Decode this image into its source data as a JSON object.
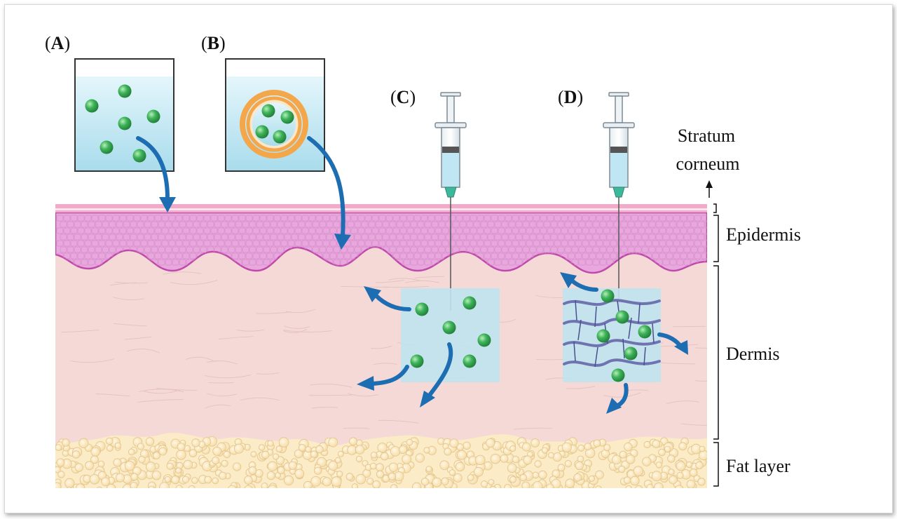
{
  "panels": [
    {
      "letter": "A"
    },
    {
      "letter": "B"
    },
    {
      "letter": "C"
    },
    {
      "letter": "D"
    }
  ],
  "layers": {
    "stratum": [
      "Stratum",
      "corneum"
    ],
    "epidermis": "Epidermis",
    "dermis": "Dermis",
    "fat": "Fat layer"
  },
  "colors": {
    "dermis": "#f5d9d6",
    "epidermis": "#e8a6dc",
    "basal_line": "#c04aac",
    "stratum_corneum": "#f3a9c7",
    "fat": "#fae7bd",
    "fat_stroke": "#e2c48b",
    "particle": "#3fb35a",
    "arrow": "#1d6db3",
    "depot": "#b9e1ee",
    "liposome_ring": "#f3a64a",
    "hydrogel_chain": "#6f74b1"
  }
}
